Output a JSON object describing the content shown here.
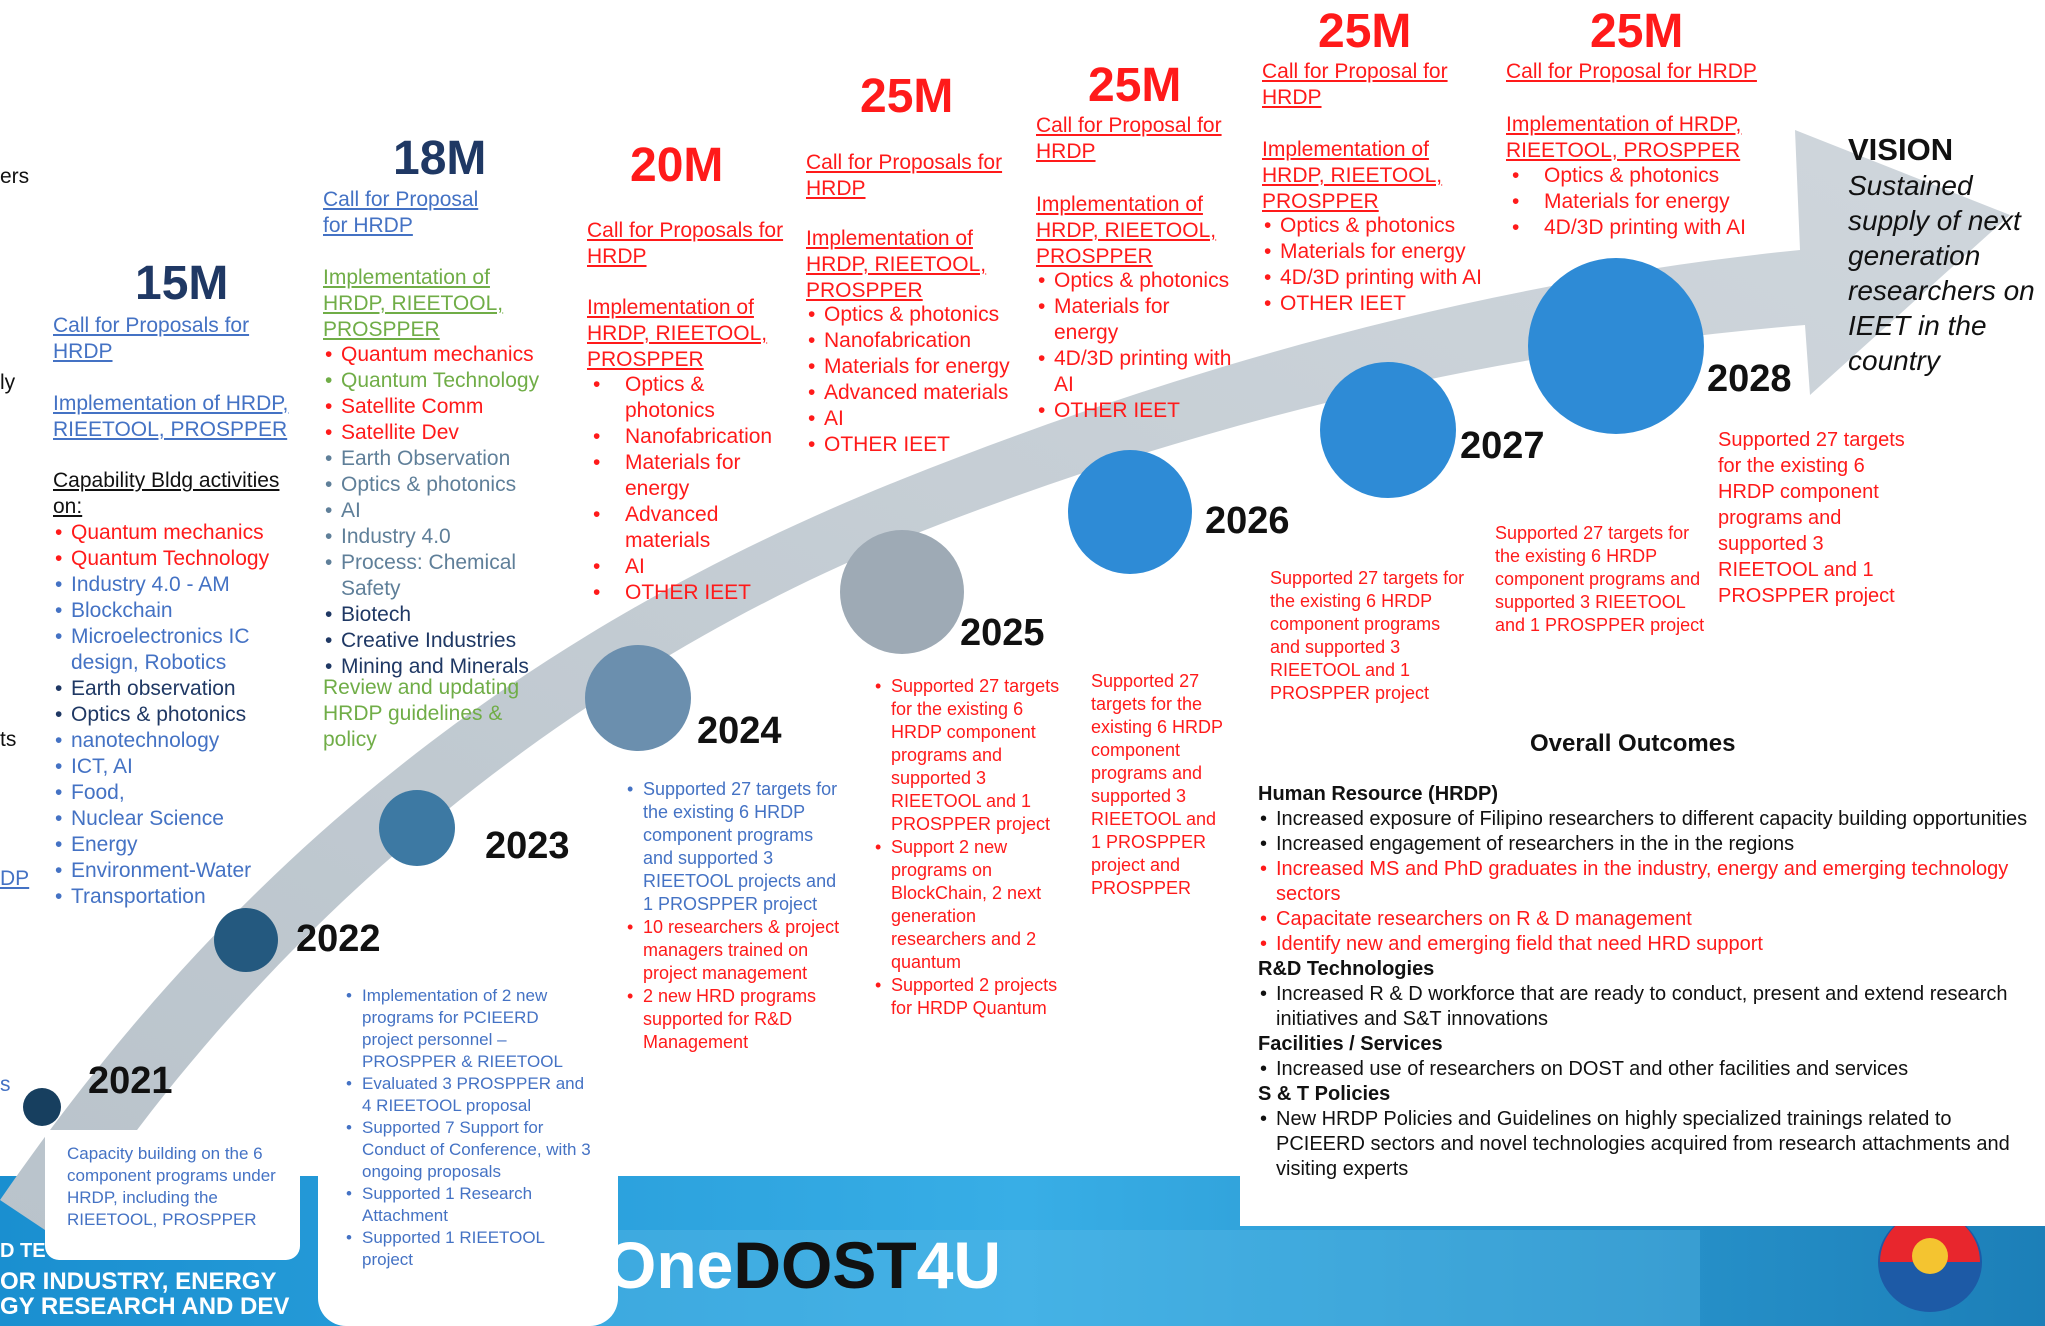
{
  "colors": {
    "accent_red": "#ff1a1a",
    "navy": "#1f3864",
    "blue_text": "#4472c4",
    "green_text": "#70ad47",
    "banner": "#1b9ad6"
  },
  "years": [
    "2021",
    "2022",
    "2023",
    "2024",
    "2025",
    "2026",
    "2027",
    "2028"
  ],
  "left_edge": {
    "t1": "ers",
    "t2": "ly",
    "t3": "ts",
    "t4": "DP",
    "t5": "s"
  },
  "c2021": {
    "budget": "15M",
    "call": "Call for Proposals for HRDP",
    "impl": "Implementation of HRDP, RIEETOOL, PROSPPER",
    "cap_title": "Capability Bldg activities on:",
    "items_red": [
      "Quantum mechanics",
      "Quantum Technology"
    ],
    "items_blue": [
      "Industry 4.0 - AM",
      "Blockchain",
      "Microelectronics IC design, Robotics"
    ],
    "item_earth": "Earth observation",
    "item_optics": "Optics & photonics",
    "items_blue2": [
      "nanotechnology",
      "ICT, AI",
      "Food,",
      "Nuclear Science",
      "Energy",
      "Environment-Water",
      "Transportation"
    ],
    "box": "Capacity building on the 6 component programs under HRDP, including the RIEETOOL, PROSPPER"
  },
  "c2022": {
    "budget": "18M",
    "call": "Call for Proposal for HRDP",
    "impl": "Implementation of HRDP, RIEETOOL, PROSPPER",
    "items_red": [
      "Quantum mechanics"
    ],
    "item_qt": "Quantum Technology",
    "items_red2": [
      "Satellite Comm",
      "Satellite Dev"
    ],
    "items_grey": [
      "Earth Observation",
      "Optics & photonics",
      "AI",
      "Industry 4.0",
      "Process: Chemical Safety",
      "Biotech",
      "Creative Industries",
      "Mining and Minerals"
    ],
    "review": "Review and updating HRDP guidelines & policy",
    "box_items": [
      "Implementation of 2 new programs for PCIEERD project personnel – PROSPPER & RIEETOOL",
      "Evaluated 3 PROSPPER and 4 RIEETOOL proposal",
      "Supported 7 Support for Conduct of Conference, with 3 ongoing proposals",
      "Supported 1 Research Attachment",
      "Supported 1 RIEETOOL project"
    ]
  },
  "c2023": {
    "budget": "20M",
    "call": "Call for Proposals for HRDP",
    "impl": "Implementation of HRDP, RIEETOOL, PROSPPER",
    "items": [
      "Optics & photonics",
      "Nanofabrication",
      "Materials for energy",
      "Advanced materials",
      "AI",
      "OTHER IEET"
    ],
    "results_blue": [
      "Supported 27 targets for the existing 6 HRDP component programs and supported 3 RIEETOOL projects and 1 PROSPPER project"
    ],
    "results_red": [
      "10 researchers & project managers trained on project management",
      "2 new HRD programs supported for R&D Management"
    ]
  },
  "c2024": {
    "budget": "25M",
    "call": "Call for Proposals for HRDP",
    "impl": "Implementation of HRDP, RIEETOOL, PROSPPER",
    "items": [
      "Optics & photonics",
      "Nanofabrication",
      "Materials for energy",
      "Advanced materials",
      "AI",
      "OTHER IEET"
    ],
    "results": [
      "Supported 27 targets for the existing 6 HRDP component programs and supported 3 RIEETOOL and 1 PROSPPER project",
      "Support 2 new programs on BlockChain, 2 next generation researchers and 2 quantum",
      "Supported 2 projects for HRDP Quantum"
    ]
  },
  "c2025": {
    "budget": "25M",
    "call": "Call for Proposal for HRDP",
    "impl": "Implementation of HRDP, RIEETOOL, PROSPPER",
    "items": [
      "Optics & photonics",
      "Materials for energy",
      "4D/3D printing with AI",
      "OTHER IEET"
    ],
    "results": "Supported 27 targets for the existing 6 HRDP component programs and supported 3 RIEETOOL and 1 PROSPPER project and PROSPPER"
  },
  "c2026": {
    "budget": "25M",
    "call": "Call for Proposal for HRDP",
    "impl": "Implementation of HRDP, RIEETOOL, PROSPPER",
    "items": [
      "Optics & photonics",
      "Materials for energy",
      "4D/3D printing with AI",
      "OTHER IEET"
    ],
    "results": "Supported 27 targets for the existing 6 HRDP component programs and supported 3 RIEETOOL and 1 PROSPPER project"
  },
  "c2027": {
    "budget": "25M",
    "call": "Call for Proposal for HRDP",
    "impl": "Implementation of HRDP, RIEETOOL, PROSPPER",
    "items": [
      "Optics & photonics",
      "Materials for energy",
      "4D/3D printing with AI"
    ],
    "results": "Supported 27 targets for the existing 6 HRDP component programs and supported 3 RIEETOOL and 1 PROSPPER project"
  },
  "c2028": {
    "results": "Supported 27 targets for the existing 6 HRDP component programs and supported 3 RIEETOOL and 1 PROSPPER project"
  },
  "vision": {
    "title": "VISION",
    "text": "Sustained supply of next generation researchers on IEET in the country"
  },
  "outcomes": {
    "title": "Overall Outcomes",
    "hr_title": "Human Resource (HRDP)",
    "hr_black": [
      "Increased exposure of Filipino researchers to different capacity building opportunities",
      "Increased engagement of researchers in the in the regions"
    ],
    "hr_red": [
      "Increased MS and PhD graduates in the industry, energy and emerging technology sectors",
      "Capacitate researchers on R & D management",
      "Identify new and emerging field that need HRD support"
    ],
    "rd_title": "R&D Technologies",
    "rd_items": [
      "Increased R & D workforce that are ready to conduct, present and extend research initiatives and S&T innovations"
    ],
    "fac_title": "Facilities / Services",
    "fac_items": [
      "Increased use of researchers on DOST and other facilities and services"
    ],
    "pol_title": "S & T Policies",
    "pol_items": [
      "New HRDP Policies and Guidelines on highly specialized trainings related to PCIEERD sectors and novel technologies acquired from research attachments and visiting experts"
    ]
  },
  "banner": {
    "brand_one": "One",
    "brand_dost": "DOST",
    "brand_4u": "4U",
    "line1": "D TE",
    "line2": "OR INDUSTRY, ENERGY",
    "line3": "GY RESEARCH AND DEV"
  }
}
